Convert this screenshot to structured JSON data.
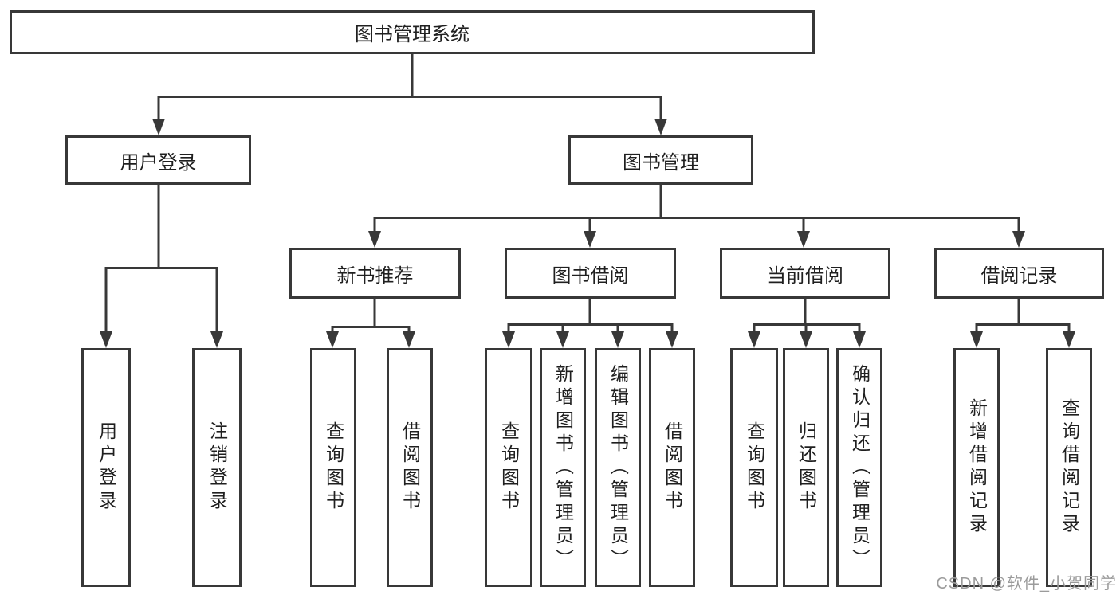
{
  "diagram": {
    "type": "hierarchy-tree",
    "watermark": "CSDN @软件_小贺同学",
    "colors": {
      "line": "#383838",
      "box_border": "#383838",
      "box_fill": "#ffffff",
      "text": "#1f1f1f",
      "watermark": "#9b9b9b",
      "background": "#ffffff"
    },
    "tree": {
      "label": "图书管理系统",
      "children": [
        {
          "label": "用户登录",
          "children": [
            {
              "label": "用户登录"
            },
            {
              "label": "注销登录"
            }
          ]
        },
        {
          "label": "图书管理",
          "children": [
            {
              "label": "新书推荐",
              "children": [
                {
                  "label": "查询图书"
                },
                {
                  "label": "借阅图书"
                }
              ]
            },
            {
              "label": "图书借阅",
              "children": [
                {
                  "label": "查询图书"
                },
                {
                  "label": "新增图书（管理员）"
                },
                {
                  "label": "编辑图书（管理员）"
                },
                {
                  "label": "借阅图书"
                }
              ]
            },
            {
              "label": "当前借阅",
              "children": [
                {
                  "label": "查询图书"
                },
                {
                  "label": "归还图书"
                },
                {
                  "label": "确认归还（管理员）"
                }
              ]
            },
            {
              "label": "借阅记录",
              "children": [
                {
                  "label": "新增借阅记录"
                },
                {
                  "label": "查询借阅记录"
                }
              ]
            }
          ]
        }
      ]
    }
  }
}
